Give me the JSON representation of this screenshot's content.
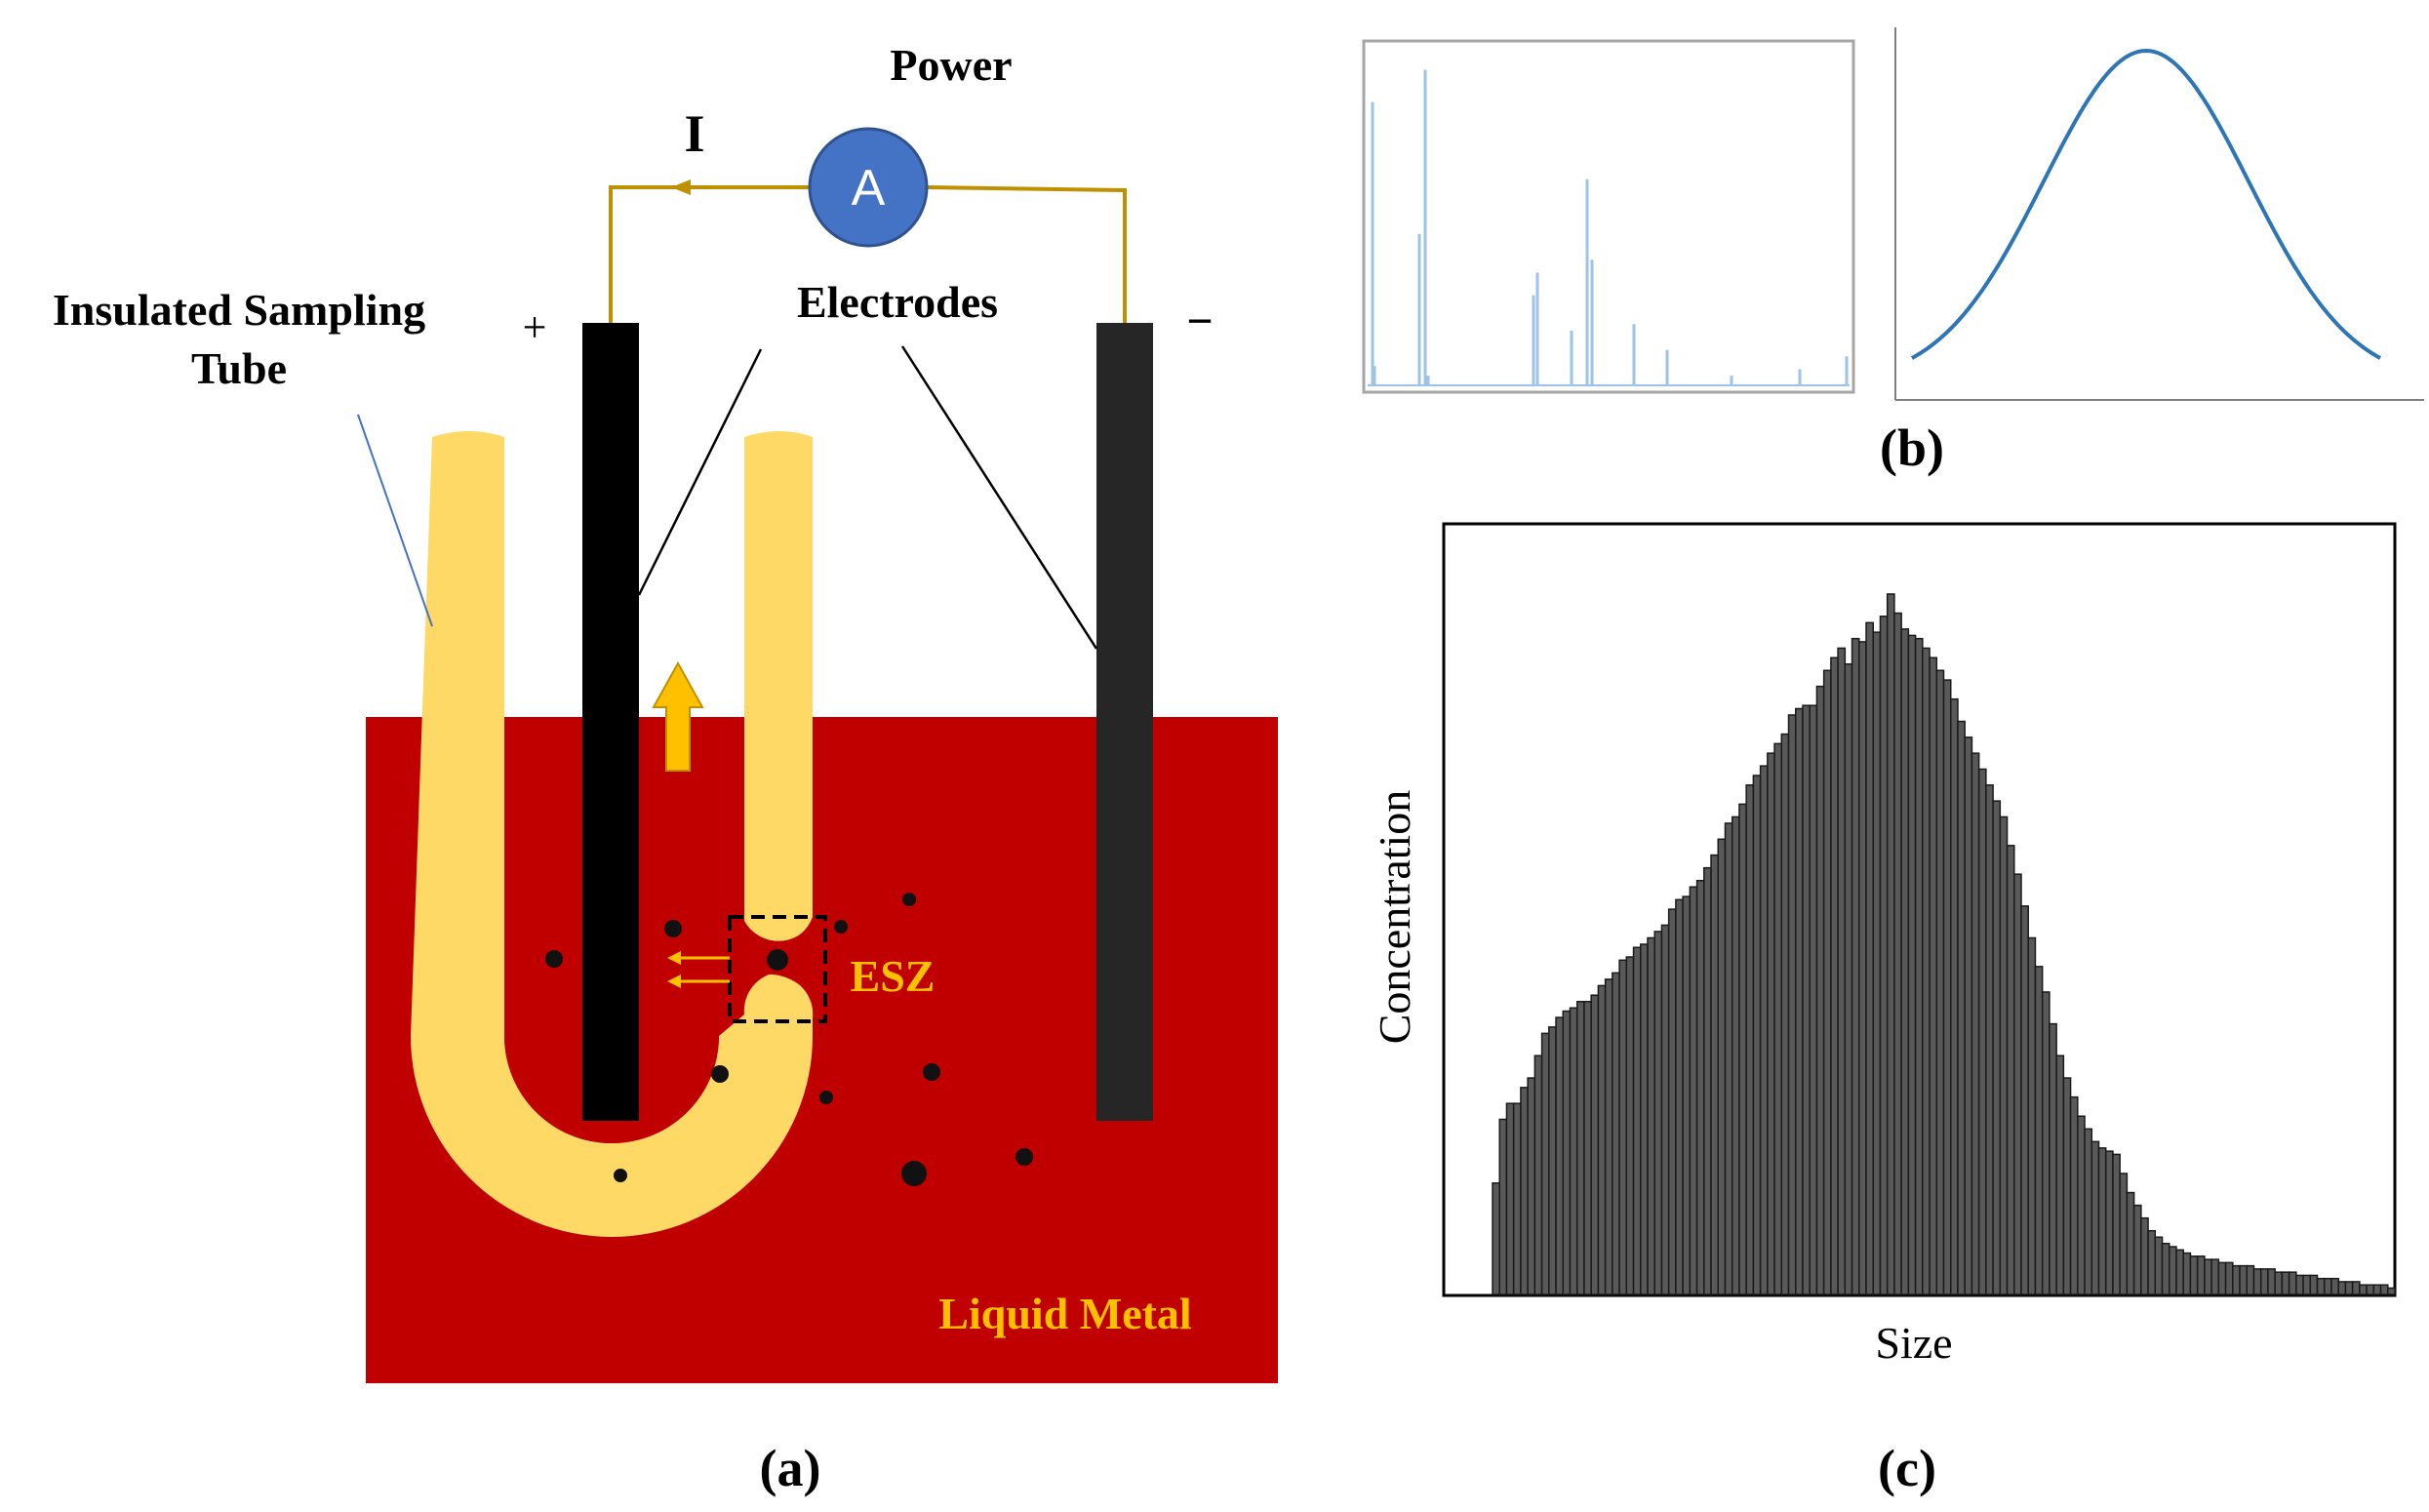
{
  "panel_a": {
    "labels": {
      "power": "Power",
      "current": "I",
      "ammeter": "A",
      "electrodes": "Electrodes",
      "tube_line1": "Insulated  Sampling",
      "tube_line2": "Tube",
      "plus": "+",
      "minus": "−",
      "esz": "ESZ",
      "liquid_metal": "Liquid  Metal",
      "caption": "(a)"
    },
    "colors": {
      "metal": "#c00000",
      "tube": "#ffd966",
      "electrode_left": "#000000",
      "electrode_right": "#262626",
      "wire": "#bf9000",
      "ammeter": "#4472c4",
      "accent_text": "#ffc000",
      "arrow": "#ffc000"
    },
    "particles": [
      [
        568,
        983,
        9
      ],
      [
        690,
        952,
        9
      ],
      [
        797,
        984,
        11
      ],
      [
        932,
        922,
        7
      ],
      [
        862,
        950,
        7
      ],
      [
        738,
        1101,
        9
      ],
      [
        955,
        1099,
        9
      ],
      [
        847,
        1125,
        7
      ],
      [
        636,
        1205,
        7
      ],
      [
        937,
        1203,
        13
      ],
      [
        1050,
        1186,
        9
      ]
    ]
  },
  "panel_b": {
    "caption": "(b)",
    "colors": {
      "signal": "#9dc3e6",
      "curve": "#2e75b6",
      "frame": "#a6a6a6"
    },
    "pulses": [
      [
        1407,
        0.88
      ],
      [
        1409,
        0.06
      ],
      [
        1455,
        0.47
      ],
      [
        1461,
        0.98
      ],
      [
        1464,
        0.03
      ],
      [
        1572,
        0.28
      ],
      [
        1576,
        0.35
      ],
      [
        1611,
        0.17
      ],
      [
        1627,
        0.64
      ],
      [
        1632,
        0.39
      ],
      [
        1675,
        0.19
      ],
      [
        1709,
        0.11
      ],
      [
        1775,
        0.03
      ],
      [
        1845,
        0.05
      ],
      [
        1893,
        0.09
      ]
    ]
  },
  "chart_data": {
    "type": "bar",
    "title": "",
    "xlabel": "Size",
    "ylabel": "Concentration",
    "caption": "(c)",
    "bar_color": "#595959",
    "values": [
      35,
      55,
      60,
      60,
      65,
      68,
      75,
      82,
      84,
      87,
      89,
      90,
      92,
      92,
      94,
      97,
      99,
      101,
      105,
      106,
      109,
      110,
      112,
      114,
      116,
      121,
      124,
      125,
      128,
      130,
      134,
      138,
      143,
      148,
      150,
      154,
      160,
      163,
      166,
      170,
      173,
      176,
      182,
      184,
      185,
      185,
      191,
      196,
      200,
      203,
      198,
      206,
      205,
      211,
      208,
      213,
      220,
      214,
      209,
      207,
      206,
      203,
      200,
      196,
      193,
      187,
      180,
      175,
      170,
      165,
      160,
      155,
      150,
      141,
      132,
      122,
      112,
      103,
      95,
      85,
      75,
      68,
      62,
      56,
      52,
      48,
      46,
      45,
      44,
      38,
      32,
      28,
      24,
      20,
      18,
      16,
      15,
      14,
      13,
      12,
      12,
      11,
      11,
      10,
      10,
      9,
      9,
      9,
      8,
      8,
      8,
      7,
      7,
      7,
      6,
      6,
      6,
      5,
      5,
      5,
      4,
      4,
      4,
      3,
      3,
      3,
      3,
      2
    ],
    "ylim": [
      0,
      235
    ]
  }
}
